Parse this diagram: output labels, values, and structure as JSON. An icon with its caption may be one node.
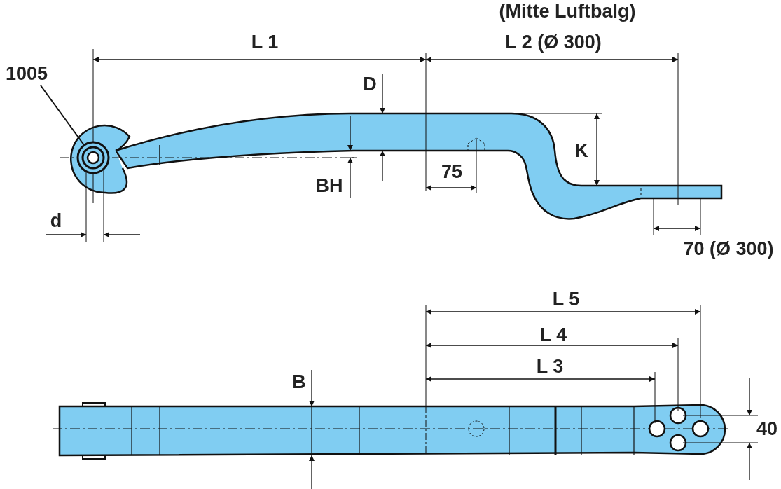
{
  "diagram": {
    "nodes": [
      {
        "text": [
          "1005"
        ]
      },
      {
        "text": [],
        "shape": "circle"
      }
    ],
    "edges": [
      {
        "from": 0,
        "to": 1,
        "arrow": "none"
      }
    ],
    "labels": [
      "(Mitte Luftbalg)",
      "L 1",
      "L 2 (Ø 300)",
      "D",
      "K",
      "75",
      "BH",
      "d",
      "70 (Ø 300)",
      "L 5",
      "L 4",
      "L 3",
      "B",
      "40"
    ]
  }
}
